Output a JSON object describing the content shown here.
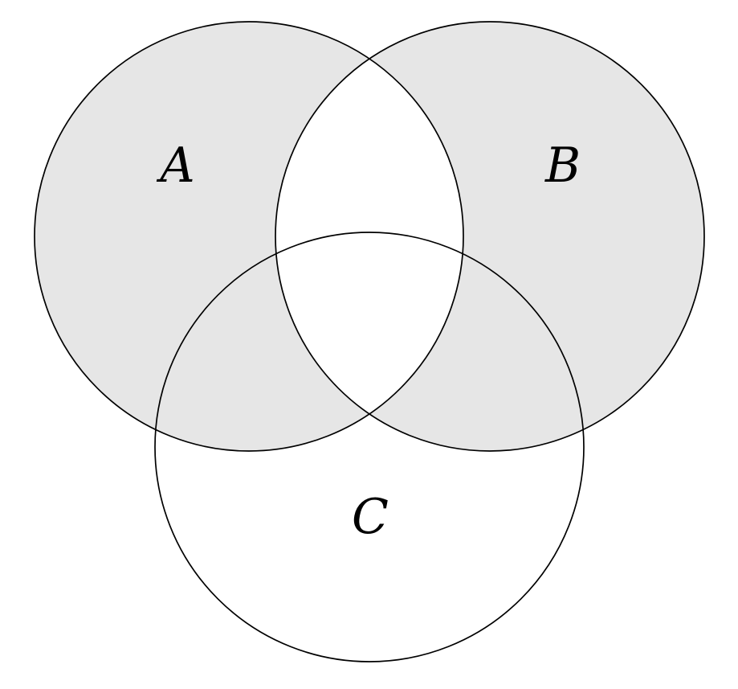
{
  "diagram": {
    "type": "venn",
    "title": "Three-set Venn diagram",
    "description": "Three overlapping circles A, B and C; the symmetric difference of A and B is shaded (A only, B only, A and C only, B and C only). The lens A intersect B, the triple intersection, and C only are unshaded.",
    "sets": [
      {
        "label": "A"
      },
      {
        "label": "B"
      },
      {
        "label": "C"
      }
    ],
    "shaded_regions": [
      "A only",
      "A∩C without B",
      "B only",
      "B∩C without A"
    ],
    "unshaded_regions": [
      "A∩B without C",
      "A∩B∩C",
      "C only",
      "outside"
    ],
    "colors": {
      "region_fill": "#e6e6e6",
      "stroke": "#000000",
      "background": "#ffffff",
      "label_color": "#000000"
    }
  }
}
